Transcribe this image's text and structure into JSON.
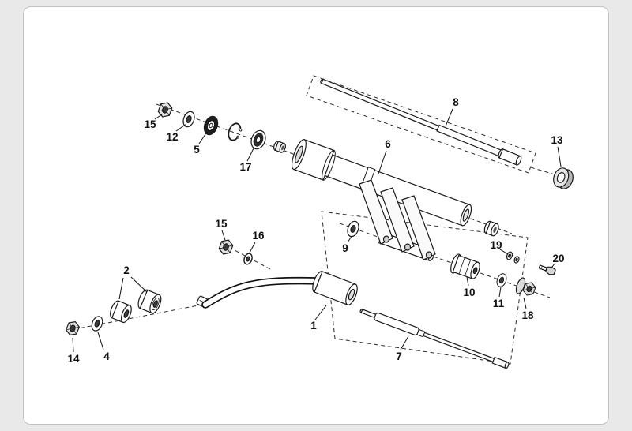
{
  "page": {
    "background_color": "#e9e9e9",
    "panel_color": "#ffffff",
    "line_color": "#1a1a1a",
    "label_color": "#111111"
  },
  "diagram": {
    "type": "exploded-parts-diagram",
    "callouts": [
      {
        "label": "1"
      },
      {
        "label": "2"
      },
      {
        "label": "4"
      },
      {
        "label": "5"
      },
      {
        "label": "6"
      },
      {
        "label": "7"
      },
      {
        "label": "8"
      },
      {
        "label": "9"
      },
      {
        "label": "10"
      },
      {
        "label": "11"
      },
      {
        "label": "12"
      },
      {
        "label": "13"
      },
      {
        "label": "14"
      },
      {
        "label": "15"
      },
      {
        "label": "15"
      },
      {
        "label": "16"
      },
      {
        "label": "17"
      },
      {
        "label": "18"
      },
      {
        "label": "19"
      },
      {
        "label": "20"
      }
    ]
  }
}
